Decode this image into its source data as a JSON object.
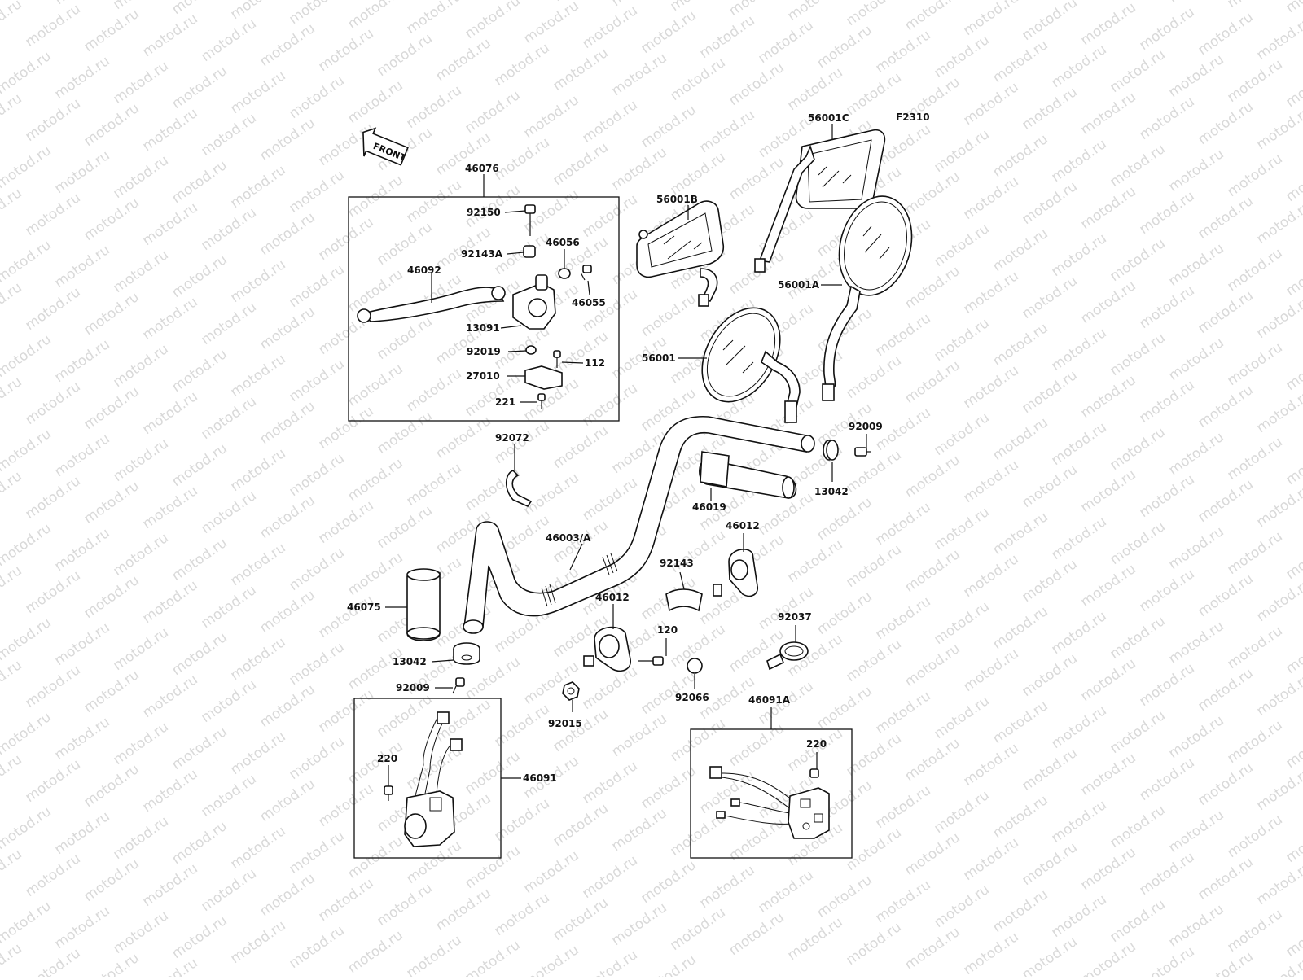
{
  "watermark": "motod.ru",
  "figure_code": "F2310",
  "front_label": "FRONT",
  "parts": {
    "p46076": "46076",
    "p92150": "92150",
    "p92143A": "92143A",
    "p46056": "46056",
    "p46092": "46092",
    "p46055": "46055",
    "p13091": "13091",
    "p92019": "92019",
    "p112": "112",
    "p27010": "27010",
    "p221": "221",
    "p56001C": "56001C",
    "p56001B": "56001B",
    "p56001A": "56001A",
    "p56001": "56001",
    "p92072": "92072",
    "p92009_r": "92009",
    "p13042_r": "13042",
    "p46019": "46019",
    "p46012_r": "46012",
    "p46003A": "46003/A",
    "p92143": "92143",
    "p46075": "46075",
    "p46012_l": "46012",
    "p120": "120",
    "p92037": "92037",
    "p13042_l": "13042",
    "p92009_l": "92009",
    "p92066": "92066",
    "p92015": "92015",
    "p46091A": "46091A",
    "p220_r": "220",
    "p220_l": "220",
    "p46091": "46091"
  }
}
